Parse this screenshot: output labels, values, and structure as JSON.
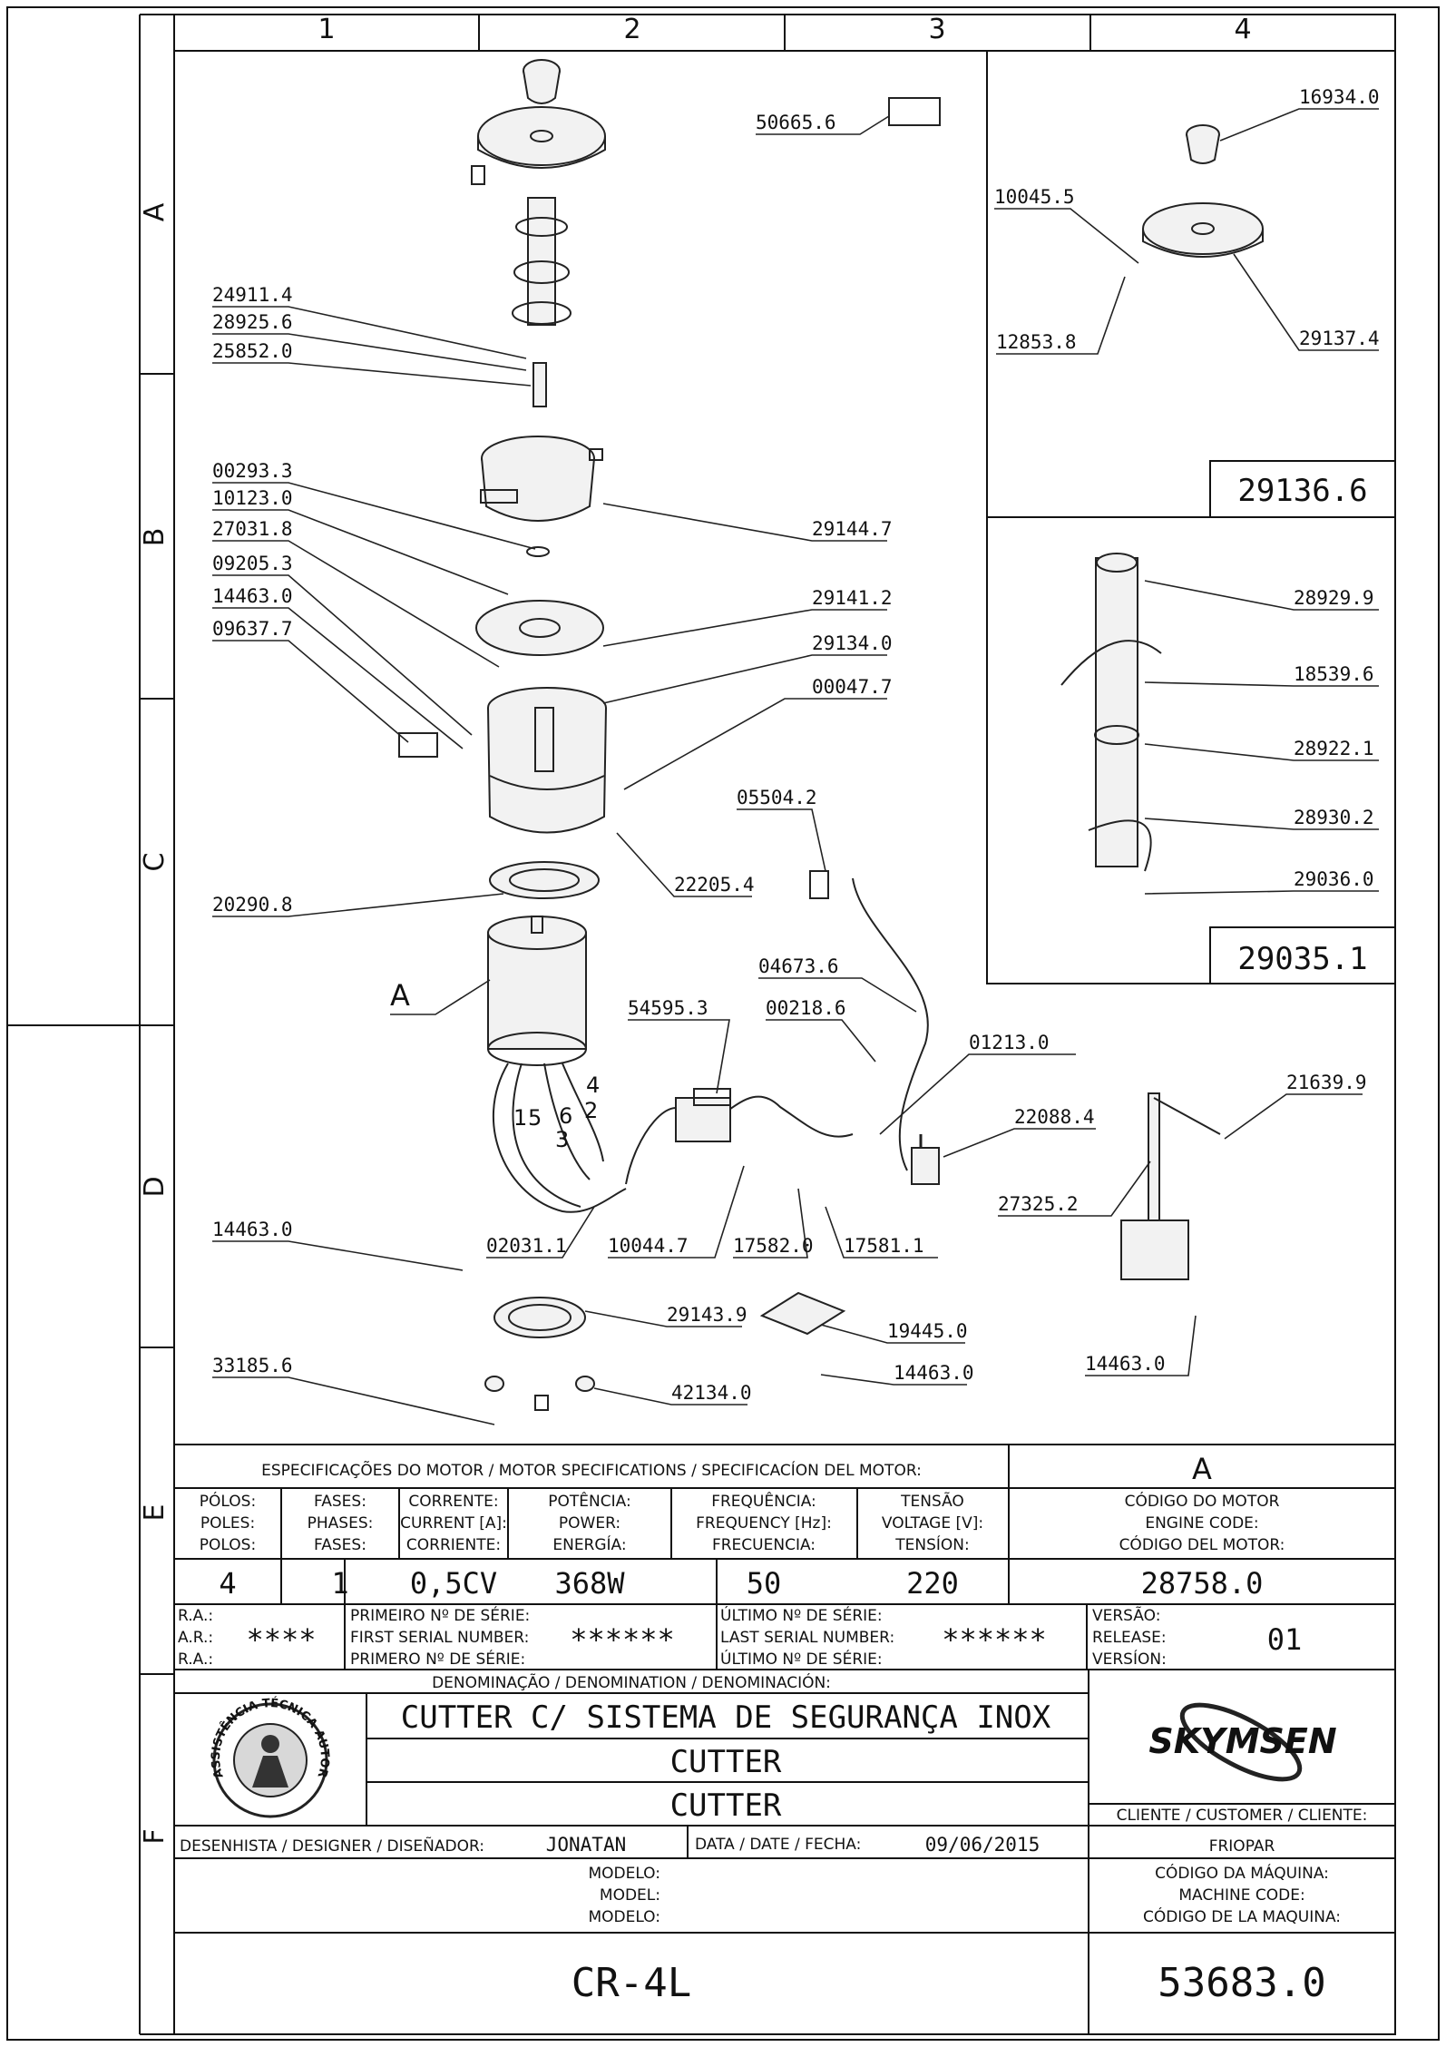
{
  "grid": {
    "columns": [
      "1",
      "2",
      "3",
      "4"
    ],
    "rows": [
      "A",
      "B",
      "C",
      "D",
      "E",
      "F"
    ]
  },
  "part_numbers": {
    "p50665_6": "50665.6",
    "p24911_4": "24911.4",
    "p28925_6": "28925.6",
    "p25852_0": "25852.0",
    "p00293_3": "00293.3",
    "p10123_0": "10123.0",
    "p27031_8": "27031.8",
    "p09205_3": "09205.3",
    "p14463_0a": "14463.0",
    "p09637_7": "09637.7",
    "p29144_7": "29144.7",
    "p29141_2": "29141.2",
    "p29134_0": "29134.0",
    "p00047_7": "00047.7",
    "p22205_4": "22205.4",
    "p20290_8": "20290.8",
    "p05504_2": "05504.2",
    "p04673_6": "04673.6",
    "p00218_6": "00218.6",
    "p54595_3": "54595.3",
    "p01213_0": "01213.0",
    "p22088_4": "22088.4",
    "p02031_1": "02031.1",
    "p10044_7": "10044.7",
    "p17582_0": "17582.0",
    "p17581_1": "17581.1",
    "p14463_0b": "14463.0",
    "p29143_9": "29143.9",
    "p19445_0": "19445.0",
    "p14463_0c": "14463.0",
    "p33185_6": "33185.6",
    "p42134_0": "42134.0",
    "p16934_0": "16934.0",
    "p10045_5": "10045.5",
    "p12853_8": "12853.8",
    "p29137_4": "29137.4",
    "p28929_9": "28929.9",
    "p18539_6": "18539.6",
    "p28922_1": "28922.1",
    "p28930_2": "28930.2",
    "p29036_0": "29036.0",
    "p21639_9": "21639.9",
    "p27325_2": "27325.2",
    "p14463_0d": "14463.0"
  },
  "assemblies": {
    "a1": "29136.6",
    "a2": "29035.1"
  },
  "motor_label": "A",
  "wire_numbers": {
    "w1": "1",
    "w5": "5",
    "w6": "6",
    "w3": "3",
    "w4": "4",
    "w2": "2"
  },
  "spec": {
    "header": "ESPECIFICAÇÕES DO MOTOR / MOTOR SPECIFICATIONS / SPECIFICACÍON DEL MOTOR:",
    "motor_ref": "A",
    "cols": [
      {
        "l1": "PÓLOS:",
        "l2": "POLES:",
        "l3": "POLOS:",
        "value": "4"
      },
      {
        "l1": "FASES:",
        "l2": "PHASES:",
        "l3": "FASES:",
        "value": "1"
      },
      {
        "l1": "CORRENTE:",
        "l2": "CURRENT [A]:",
        "l3": "CORRIENTE:",
        "value": "0,5CV"
      },
      {
        "l1": "POTÊNCIA:",
        "l2": "POWER:",
        "l3": "ENERGÍA:",
        "value": "368W"
      },
      {
        "l1": "FREQUÊNCIA:",
        "l2": "FREQUENCY [Hz]:",
        "l3": "FRECUENCIA:",
        "value": "50"
      },
      {
        "l1": "TENSÃO",
        "l2": "VOLTAGE [V]:",
        "l3": "TENSÍON:",
        "value": "220"
      }
    ],
    "engine": {
      "l1": "CÓDIGO DO MOTOR",
      "l2": "ENGINE CODE:",
      "l3": "CÓDIGO DEL MOTOR:",
      "value": "28758.0"
    }
  },
  "serial": {
    "ra1": "R.A.:",
    "ra2": "A.R.:",
    "ra3": "R.A.:",
    "ra_value": "****",
    "first1": "PRIMEIRO Nº DE SÉRIE:",
    "first2": "FIRST SERIAL NUMBER:",
    "first3": "PRIMERO Nº DE SÉRIE:",
    "first_value": "******",
    "last1": "ÚLTIMO Nº DE SÉRIE:",
    "last2": "LAST SERIAL NUMBER:",
    "last3": "ÚLTIMO Nº DE SÉRIE:",
    "last_value": "******",
    "ver1": "VERSÃO:",
    "ver2": "RELEASE:",
    "ver3": "VERSÍON:",
    "ver_value": "01"
  },
  "title_block": {
    "denomination": "DENOMINAÇÃO / DENOMINATION / DENOMINACIÓN:",
    "names": [
      "CUTTER C/ SISTEMA DE SEGURANÇA INOX",
      "CUTTER",
      "CUTTER"
    ],
    "brand": "SKYMSEN",
    "stamp_text": "ASSISTÊNCIA TÉCNICA AUTORIZADA",
    "designer_label": "DESENHISTA / DESIGNER / DISEÑADOR:",
    "designer": "JONATAN",
    "date_label": "DATA / DATE / FECHA:",
    "date": "09/06/2015",
    "customer_label": "CLIENTE / CUSTOMER / CLIENTE:",
    "customer": "FRIOPAR",
    "model1": "MODELO:",
    "model2": "MODEL:",
    "model3": "MODELO:",
    "model": "CR-4L",
    "code1": "CÓDIGO DA MÁQUINA:",
    "code2": "MACHINE CODE:",
    "code3": "CÓDIGO DE LA MAQUINA:",
    "code": "53683.0"
  },
  "icons": [
    "motor",
    "cabinet",
    "switch",
    "bracket",
    "screw",
    "lid",
    "bowl"
  ]
}
